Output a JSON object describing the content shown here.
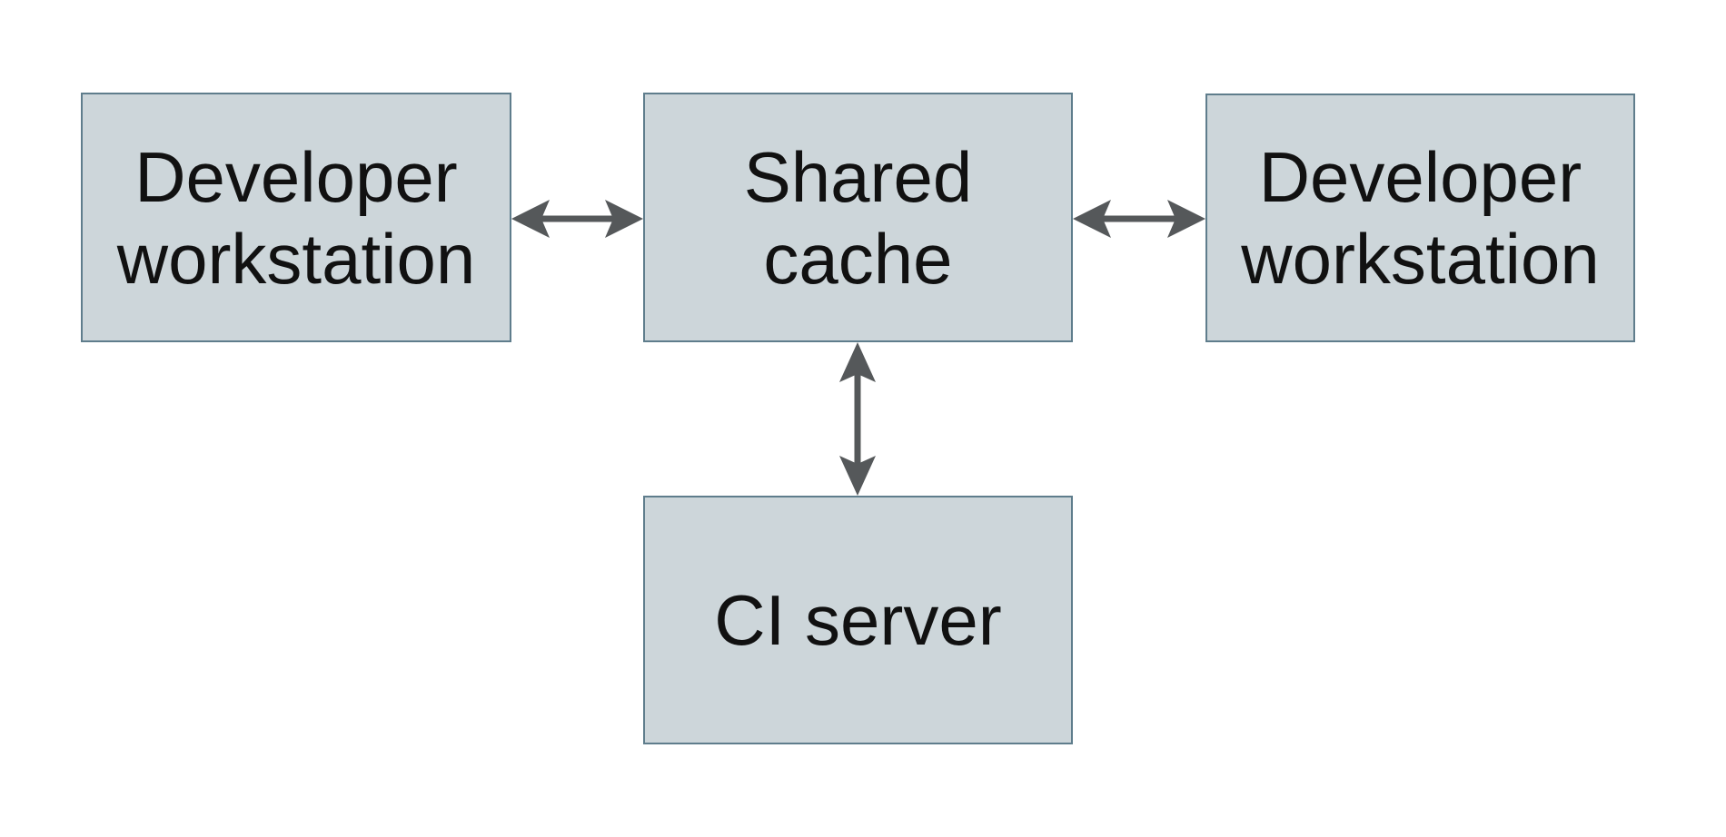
{
  "diagram": {
    "background": "#ffffff",
    "colors": {
      "node_fill": "#cdd6da",
      "node_border": "#5f7d8c",
      "arrow": "#55585a",
      "text": "#111111"
    },
    "nodes": [
      {
        "id": "developer-workstation-left",
        "label": "Developer workstation",
        "lines": [
          "Developer",
          "workstation"
        ]
      },
      {
        "id": "shared-cache",
        "label": "Shared cache",
        "lines": [
          "Shared",
          "cache"
        ]
      },
      {
        "id": "developer-workstation-right",
        "label": "Developer workstation",
        "lines": [
          "Developer",
          "workstation"
        ]
      },
      {
        "id": "ci-server",
        "label": "CI server",
        "lines": [
          "CI server"
        ]
      }
    ],
    "edges": [
      {
        "from": "developer-workstation-left",
        "to": "shared-cache",
        "direction": "bidirectional",
        "orientation": "horizontal"
      },
      {
        "from": "shared-cache",
        "to": "developer-workstation-right",
        "direction": "bidirectional",
        "orientation": "horizontal"
      },
      {
        "from": "shared-cache",
        "to": "ci-server",
        "direction": "bidirectional",
        "orientation": "vertical"
      }
    ]
  }
}
